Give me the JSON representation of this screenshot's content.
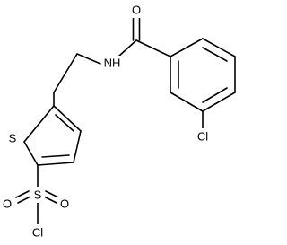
{
  "molecule": {
    "atoms": {
      "carbonyl_oxygen": "O",
      "amide_nitrogen": "NH",
      "thiophene_sulfur": "S",
      "aryl_chlorine": "Cl",
      "sulfonyl_sulfur": "S",
      "sulfonyl_oxygen_left": "O",
      "sulfonyl_oxygen_right": "O",
      "sulfonyl_chlorine": "Cl"
    }
  }
}
